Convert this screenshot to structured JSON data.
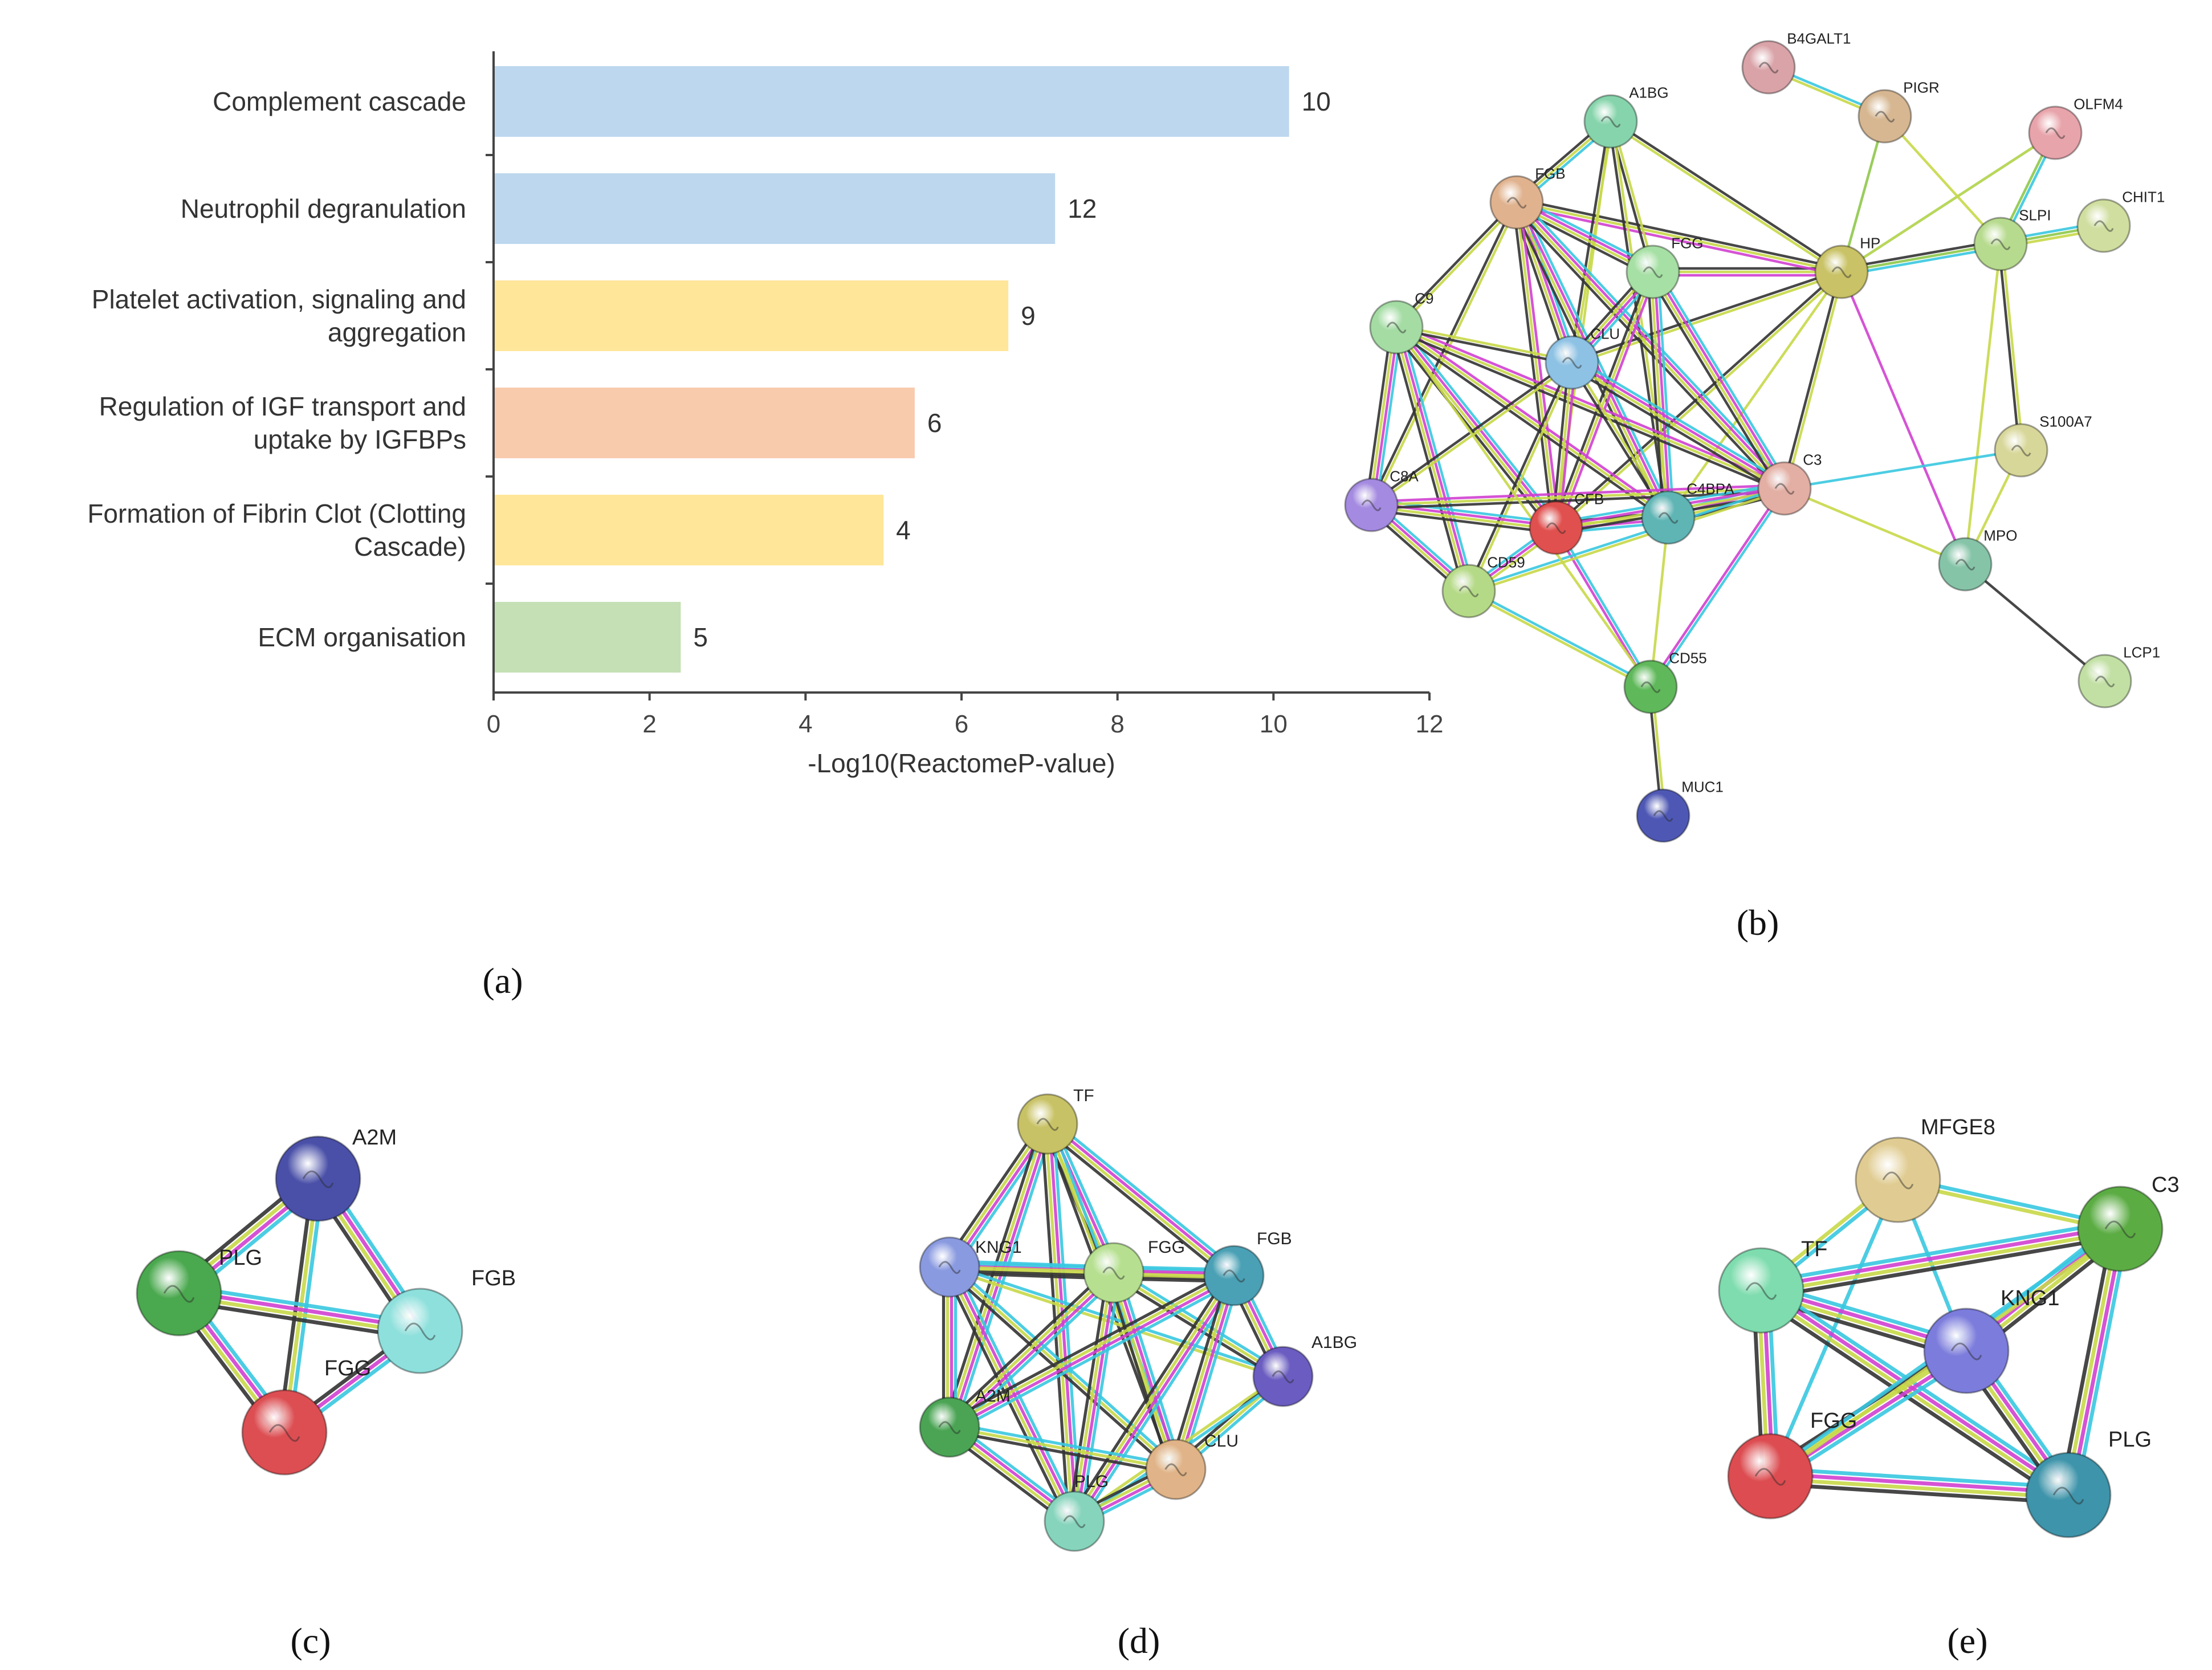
{
  "panels": {
    "a": "(a)",
    "b": "(b)",
    "c": "(c)",
    "d": "(d)",
    "e": "(e)"
  },
  "chart_data": {
    "type": "bar",
    "orientation": "horizontal",
    "categories": [
      "Complement cascade",
      "Neutrophil degranulation",
      "Platelet activation, signaling and aggregation",
      "Regulation of IGF transport and uptake by IGFBPs",
      "Formation of Fibrin Clot (Clotting Cascade)",
      "ECM organisation"
    ],
    "category_lines": [
      [
        "Complement cascade"
      ],
      [
        "Neutrophil degranulation"
      ],
      [
        "Platelet activation, signaling and",
        "aggregation"
      ],
      [
        "Regulation of IGF transport and",
        "uptake by IGFBPs"
      ],
      [
        "Formation of Fibrin Clot (Clotting",
        "Cascade)"
      ],
      [
        "ECM organisation"
      ]
    ],
    "values": [
      10.2,
      7.2,
      6.6,
      5.4,
      5.0,
      2.4
    ],
    "data_labels": [
      "10",
      "12",
      "9",
      "6",
      "4",
      "5"
    ],
    "bar_colors": [
      "#bdd7ee",
      "#bdd7ee",
      "#ffe699",
      "#f8cbad",
      "#ffe699",
      "#c5e0b4"
    ],
    "xlim": [
      0,
      12
    ],
    "xticks": [
      0,
      2,
      4,
      6,
      8,
      10,
      12
    ],
    "xlabel": "-Log10(ReactomeP-value)",
    "ylabel": "",
    "grid": false
  },
  "networks": {
    "b": {
      "nodes": [
        {
          "id": "B4GALT1",
          "label": "B4GALT1",
          "color": "#d9a3a8"
        },
        {
          "id": "A1BG",
          "label": "A1BG",
          "color": "#86d4ab"
        },
        {
          "id": "PIGR",
          "label": "PIGR",
          "color": "#d6b792"
        },
        {
          "id": "OLFM4",
          "label": "OLFM4",
          "color": "#e8a4ab"
        },
        {
          "id": "FGB",
          "label": "FGB",
          "color": "#e0b28e"
        },
        {
          "id": "CHIT1",
          "label": "CHIT1",
          "color": "#d0dea0"
        },
        {
          "id": "SLPI",
          "label": "SLPI",
          "color": "#b7db8e"
        },
        {
          "id": "FGG",
          "label": "FGG",
          "color": "#a6e0a4"
        },
        {
          "id": "HP",
          "label": "HP",
          "color": "#c9c266"
        },
        {
          "id": "C9",
          "label": "C9",
          "color": "#a4dca4"
        },
        {
          "id": "CLU",
          "label": "CLU",
          "color": "#8ec2e4"
        },
        {
          "id": "S100A7",
          "label": "S100A7",
          "color": "#d8d79a"
        },
        {
          "id": "C8A",
          "label": "C8A",
          "color": "#a48ae0"
        },
        {
          "id": "C4BPA",
          "label": "C4BPA",
          "color": "#5fb4b4"
        },
        {
          "id": "C3",
          "label": "C3",
          "color": "#e3aea3"
        },
        {
          "id": "CFB",
          "label": "CFB",
          "color": "#e0504e"
        },
        {
          "id": "CD59",
          "label": "CD59",
          "color": "#b5da87"
        },
        {
          "id": "MPO",
          "label": "MPO",
          "color": "#86c4a8"
        },
        {
          "id": "CD55",
          "label": "CD55",
          "color": "#5fb85a"
        },
        {
          "id": "LCP1",
          "label": "LCP1",
          "color": "#c2e0a4"
        },
        {
          "id": "MUC1",
          "label": "MUC1",
          "color": "#4e58b4"
        }
      ]
    },
    "c": {
      "nodes": [
        {
          "id": "A2M",
          "label": "A2M",
          "color": "#4a50a8"
        },
        {
          "id": "PLG",
          "label": "PLG",
          "color": "#4aa84e"
        },
        {
          "id": "FGB",
          "label": "FGB",
          "color": "#8ee0dc"
        },
        {
          "id": "FGG",
          "label": "FGG",
          "color": "#dc4e52"
        }
      ]
    },
    "d": {
      "nodes": [
        {
          "id": "TF",
          "label": "TF",
          "color": "#c8c266"
        },
        {
          "id": "KNG1",
          "label": "KNG1",
          "color": "#8a9ae0"
        },
        {
          "id": "FGG",
          "label": "FGG",
          "color": "#b6e090"
        },
        {
          "id": "FGB",
          "label": "FGB",
          "color": "#4aa0b4"
        },
        {
          "id": "A1BG",
          "label": "A1BG",
          "color": "#6a5cc0"
        },
        {
          "id": "A2M",
          "label": "A2M",
          "color": "#4aa454"
        },
        {
          "id": "CLU",
          "label": "CLU",
          "color": "#e0b488"
        },
        {
          "id": "PLG",
          "label": "PLG",
          "color": "#86d4bc"
        }
      ]
    },
    "e": {
      "nodes": [
        {
          "id": "MFGE8",
          "label": "MFGE8",
          "color": "#e0cc92"
        },
        {
          "id": "C3",
          "label": "C3",
          "color": "#5cac44"
        },
        {
          "id": "TF",
          "label": "TF",
          "color": "#7edcae"
        },
        {
          "id": "KNG1",
          "label": "KNG1",
          "color": "#7c7cdc"
        },
        {
          "id": "FGG",
          "label": "FGG",
          "color": "#dc4c50"
        },
        {
          "id": "PLG",
          "label": "PLG",
          "color": "#3e94aa"
        }
      ]
    }
  }
}
